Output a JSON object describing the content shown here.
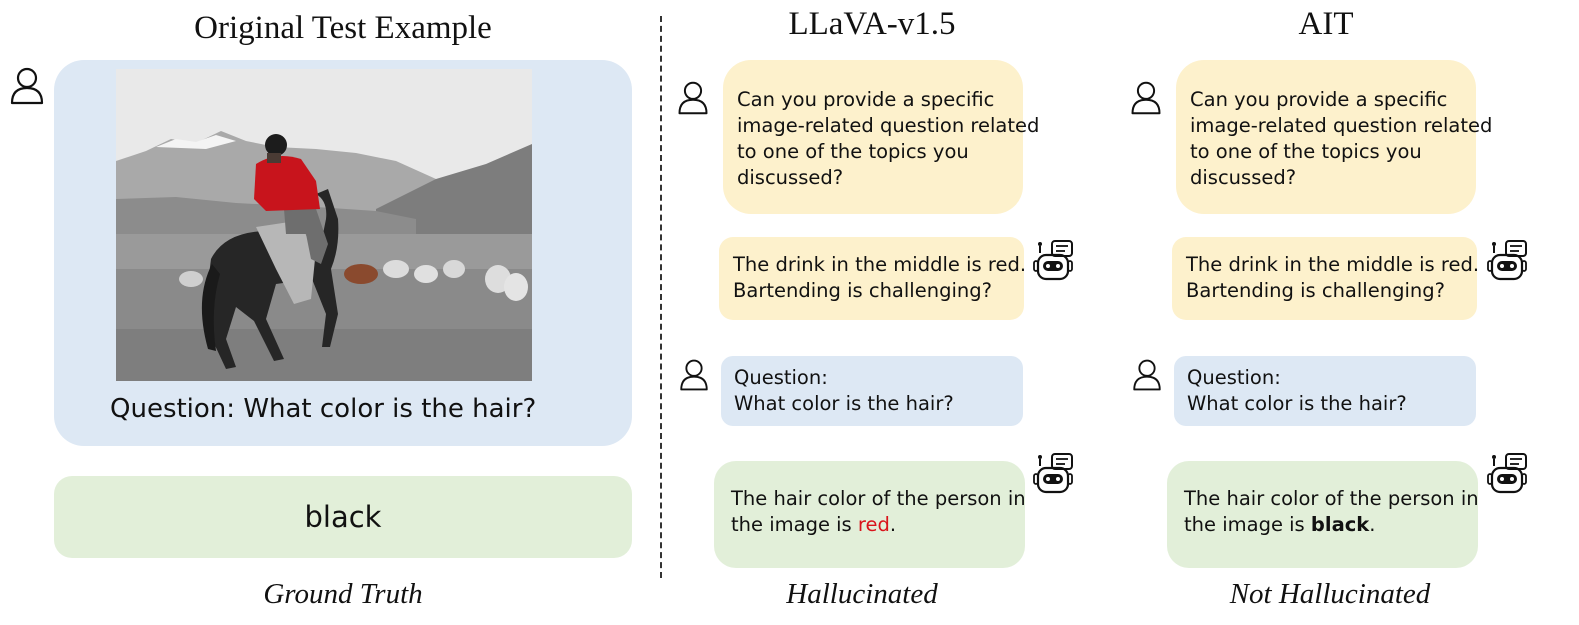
{
  "headings": {
    "original": "Original Test Example",
    "llava": "LLaVA-v1.5",
    "ait": "AIT"
  },
  "captions": {
    "original": "Ground Truth",
    "llava": "Hallucinated",
    "ait": "Not Hallucinated"
  },
  "original": {
    "question": "Question: What color is the hair?",
    "answer": "black"
  },
  "llava": {
    "user_prompt": [
      "Can you provide a specific",
      "image-related question related",
      "to one of the topics you",
      "discussed?"
    ],
    "bot_reply": [
      "The drink in the middle is red.",
      "Bartending is challenging?"
    ],
    "user_question": [
      "Question:",
      "What color is the hair?"
    ],
    "bot_answer_line1": "The hair color of the person in",
    "bot_answer_prefix": "the image is ",
    "bot_answer_key": "red",
    "bot_answer_suffix": "."
  },
  "ait": {
    "user_prompt": [
      "Can you provide a specific",
      "image-related question related",
      "to one of the topics you",
      "discussed?"
    ],
    "bot_reply": [
      "The drink in the middle is red.",
      "Bartending is challenging?"
    ],
    "user_question": [
      "Question:",
      "What color is the hair?"
    ],
    "bot_answer_line1": "The hair color of the person in",
    "bot_answer_prefix": "the image is ",
    "bot_answer_key": "black",
    "bot_answer_suffix": "."
  },
  "colors": {
    "user_bubble_blue": "#dde8f4",
    "bot_bubble_yellow": "#fdf1cc",
    "answer_green": "#e2efd9",
    "hallucination_red": "#d9141b"
  },
  "icons": {
    "user": "user-icon",
    "bot": "robot-icon"
  }
}
